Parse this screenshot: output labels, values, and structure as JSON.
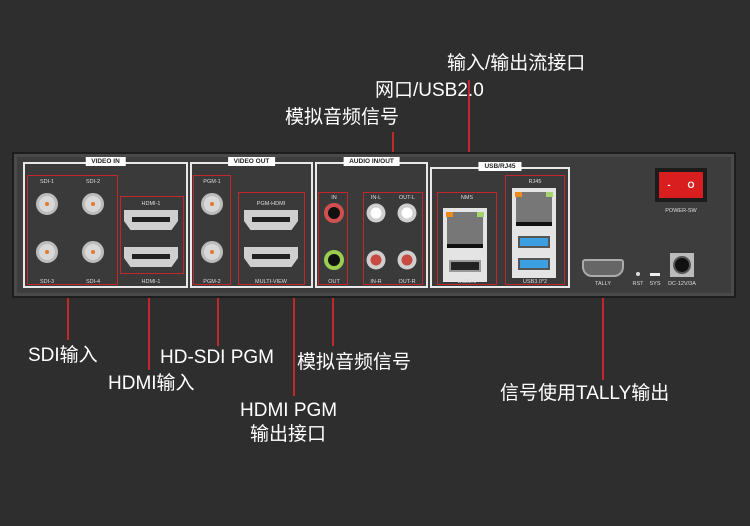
{
  "callouts": {
    "stream_io": "输入/输出流接口",
    "network_usb": "网口/USB2.0",
    "analog_audio_top": "模拟音频信号",
    "sdi_input": "SDI输入",
    "hdmi_input": "HDMI输入",
    "hdsdi_pgm": "HD-SDI PGM",
    "analog_audio_bottom": "模拟音频信号",
    "hdmi_pgm_line1": "HDMI PGM",
    "hdmi_pgm_line2": "输出接口",
    "tally_output": "信号使用TALLY输出"
  },
  "panel": {
    "video_in": {
      "title": "VIDEO IN",
      "sdi": [
        "SDI-1",
        "SDI-2",
        "SDI-3",
        "SDI-4"
      ],
      "hdmi_top": "HDMI-1",
      "hdmi_bottom": "HDMI-1"
    },
    "video_out": {
      "title": "VIDEO OUT",
      "pgm1": "PGM-1",
      "pgm2": "PGM-2",
      "pgm_hdmi": "PGM-HDMI",
      "multiview": "MULTI-VIEW"
    },
    "audio": {
      "title": "AUDIO IN/OUT",
      "in": "IN",
      "out": "OUT",
      "in_l": "IN-L",
      "out_l": "OUT-L",
      "in_r": "IN-R",
      "out_r": "OUT-R"
    },
    "usb_rj45": {
      "title": "USB/RJ45",
      "nms": "NMS",
      "usb2": "USB2.0",
      "rj45": "RJ45",
      "usb3": "USB3.0*2"
    },
    "power": {
      "label": "POWER-SW",
      "switch_off": "-",
      "switch_on": "O"
    },
    "tally": "TALLY",
    "rst": "RST",
    "sys": "SYS",
    "dc": "DC-12V/3A"
  }
}
